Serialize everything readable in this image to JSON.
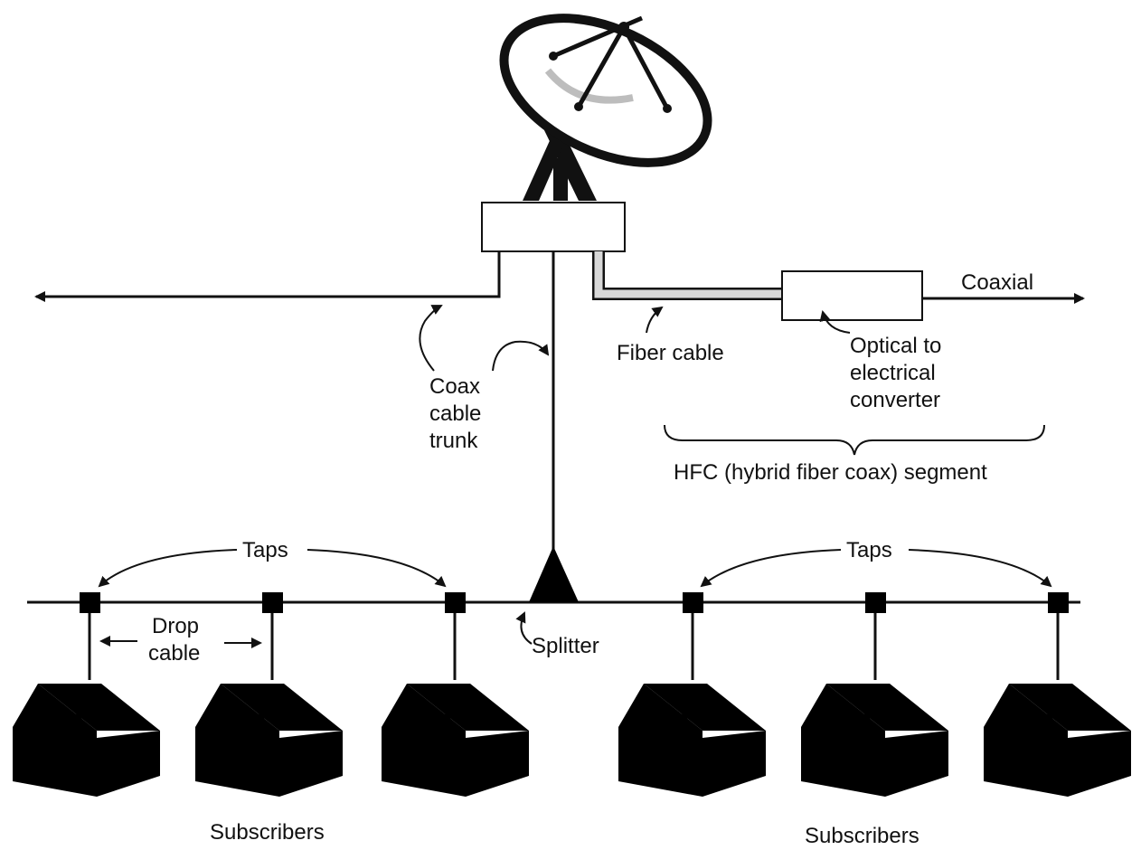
{
  "labels": {
    "coaxial": "Coaxial",
    "fiber_cable": "Fiber cable",
    "converter_line1": "Optical to",
    "converter_line2": "electrical",
    "converter_line3": "converter",
    "hfc_segment": "HFC (hybrid fiber coax) segment",
    "coax_trunk_line1": "Coax",
    "coax_trunk_line2": "cable",
    "coax_trunk_line3": "trunk",
    "taps_left": "Taps",
    "taps_right": "Taps",
    "drop_line1": "Drop",
    "drop_line2": "cable",
    "splitter": "Splitter",
    "subscribers_left": "Subscribers",
    "subscribers_right": "Subscribers"
  },
  "icons": {
    "antenna": "satellite-dish-icon",
    "house": "house-icon",
    "splitter": "triangle-splitter-icon",
    "tap": "square-tap-icon"
  }
}
